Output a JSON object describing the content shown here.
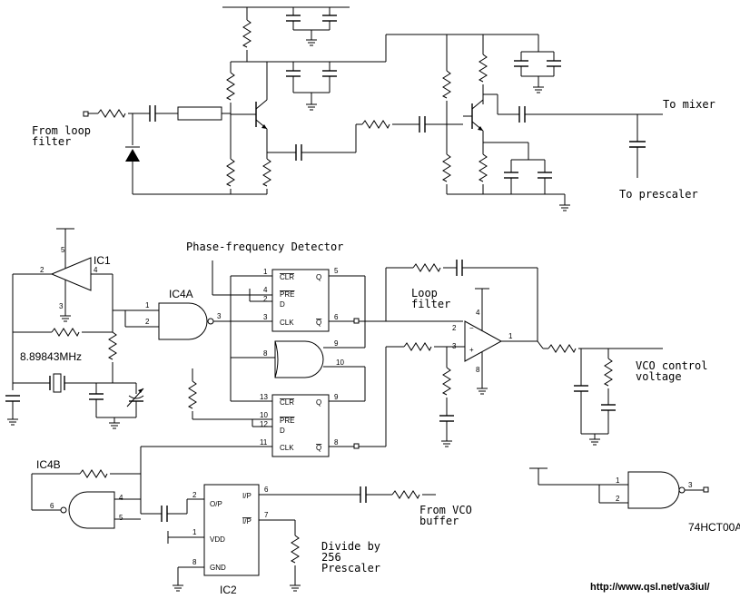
{
  "labels": {
    "from_loop_filter_1": "From loop",
    "from_loop_filter_2": "filter",
    "to_mixer": "To mixer",
    "to_prescaler": "To prescaler",
    "pfd_title": "Phase-frequency Detector",
    "ic1": "IC1",
    "ic4a": "IC4A",
    "crystal_freq": "8.89843MHz",
    "loop_filter_1": "Loop",
    "loop_filter_2": "filter",
    "vco_control_1": "VCO control",
    "vco_control_2": "voltage",
    "ic4b": "IC4B",
    "from_vco_1": "From VCO",
    "from_vco_2": "buffer",
    "divide_1": "Divide by",
    "divide_2": "256",
    "divide_3": "Prescaler",
    "ic2": "IC2",
    "part_number": "74HCT00A",
    "url": "http://www.qsl.net/va3iul/"
  },
  "flipflop_top": {
    "clr": "CLR",
    "pre": "PRE",
    "d": "D",
    "clk": "CLK",
    "q": "Q",
    "qbar": "Q"
  },
  "flipflop_bottom": {
    "clr": "CLR",
    "pre": "PRE",
    "d": "D",
    "clk": "CLK",
    "q": "Q",
    "qbar": "Q"
  },
  "prescaler_pins": {
    "op": "O/P",
    "vdd": "VDD",
    "gnd": "GND",
    "ip": "I/P",
    "ipbar": "I/P"
  },
  "pins": {
    "ic1_5": "5",
    "ic1_2": "2",
    "ic1_4": "4",
    "ic1_3": "3",
    "ic4a_1": "1",
    "ic4a_2": "2",
    "ic4a_3": "3",
    "ff1_1": "1",
    "ff1_4": "4",
    "ff1_2": "2",
    "ff1_3": "3",
    "ff1_5": "5",
    "ff1_6": "6",
    "nand_8": "8",
    "nand_9": "9",
    "nand_10": "10",
    "ff2_13": "13",
    "ff2_10": "10",
    "ff2_12": "12",
    "ff2_11": "11",
    "ff2_9": "9",
    "ff2_8": "8",
    "opamp_2": "2",
    "opamp_3": "3",
    "opamp_4": "4",
    "opamp_8": "8",
    "opamp_1": "1",
    "ic4b_4": "4",
    "ic4b_5": "5",
    "ic4b_6": "6",
    "ic2_2": "2",
    "ic2_1": "1",
    "ic2_8": "8",
    "ic2_6": "6",
    "ic2_7": "7",
    "gate_1": "1",
    "gate_2": "2",
    "gate_3": "3"
  }
}
